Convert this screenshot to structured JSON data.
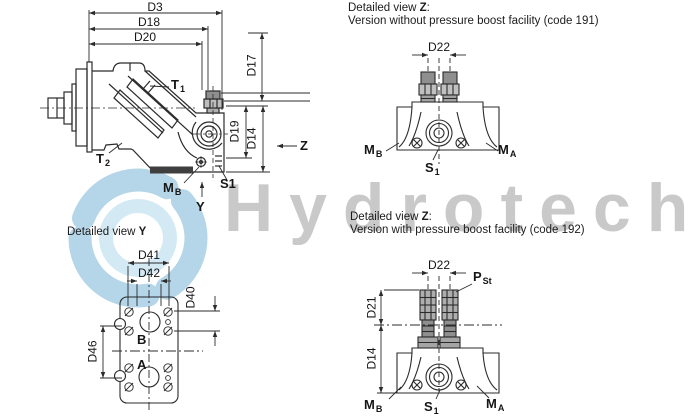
{
  "watermark": {
    "text": "Hydrotech",
    "swirl_color": "#a7cfe4",
    "swirl_light": "#cfe7f3",
    "text_color": "#c9c9c9"
  },
  "main_view": {
    "dims": {
      "d3": "D3",
      "d18": "D18",
      "d20": "D20",
      "d17": "D17",
      "d19": "D19",
      "d14": "D14"
    },
    "labels": {
      "t1": {
        "base": "T",
        "sub": "1"
      },
      "t2": {
        "base": "T",
        "sub": "2"
      },
      "mb": {
        "base": "M",
        "sub": "B"
      },
      "s1": "S1",
      "y_axis": "Y",
      "z_axis": "Z"
    }
  },
  "view_z_191": {
    "title_prefix": "Detailed view ",
    "title_view": "Z",
    "title_colon": ":",
    "subtitle": "Version without pressure boost facility (code 191)",
    "dims": {
      "d22": "D22"
    },
    "labels": {
      "mb": {
        "base": "M",
        "sub": "B"
      },
      "ma": {
        "base": "M",
        "sub": "A"
      },
      "s1": {
        "base": "S",
        "sub": "1"
      }
    }
  },
  "view_y": {
    "title_prefix": "Detailed view ",
    "title_view": "Y",
    "dims": {
      "d41": "D41",
      "d42": "D42",
      "d40": "D40",
      "d46": "D46"
    },
    "labels": {
      "b": "B",
      "a": "A"
    }
  },
  "view_z_192": {
    "title_prefix": "Detailed view ",
    "title_view": "Z",
    "title_colon": ":",
    "subtitle": "Version with pressure boost facility (code 192)",
    "dims": {
      "d22": "D22",
      "d21": "D21",
      "d14": "D14"
    },
    "labels": {
      "pst": {
        "base": "P",
        "sub": "St"
      },
      "mb": {
        "base": "M",
        "sub": "B"
      },
      "s1": {
        "base": "S",
        "sub": "1"
      },
      "ma": {
        "base": "M",
        "sub": "A"
      }
    }
  }
}
